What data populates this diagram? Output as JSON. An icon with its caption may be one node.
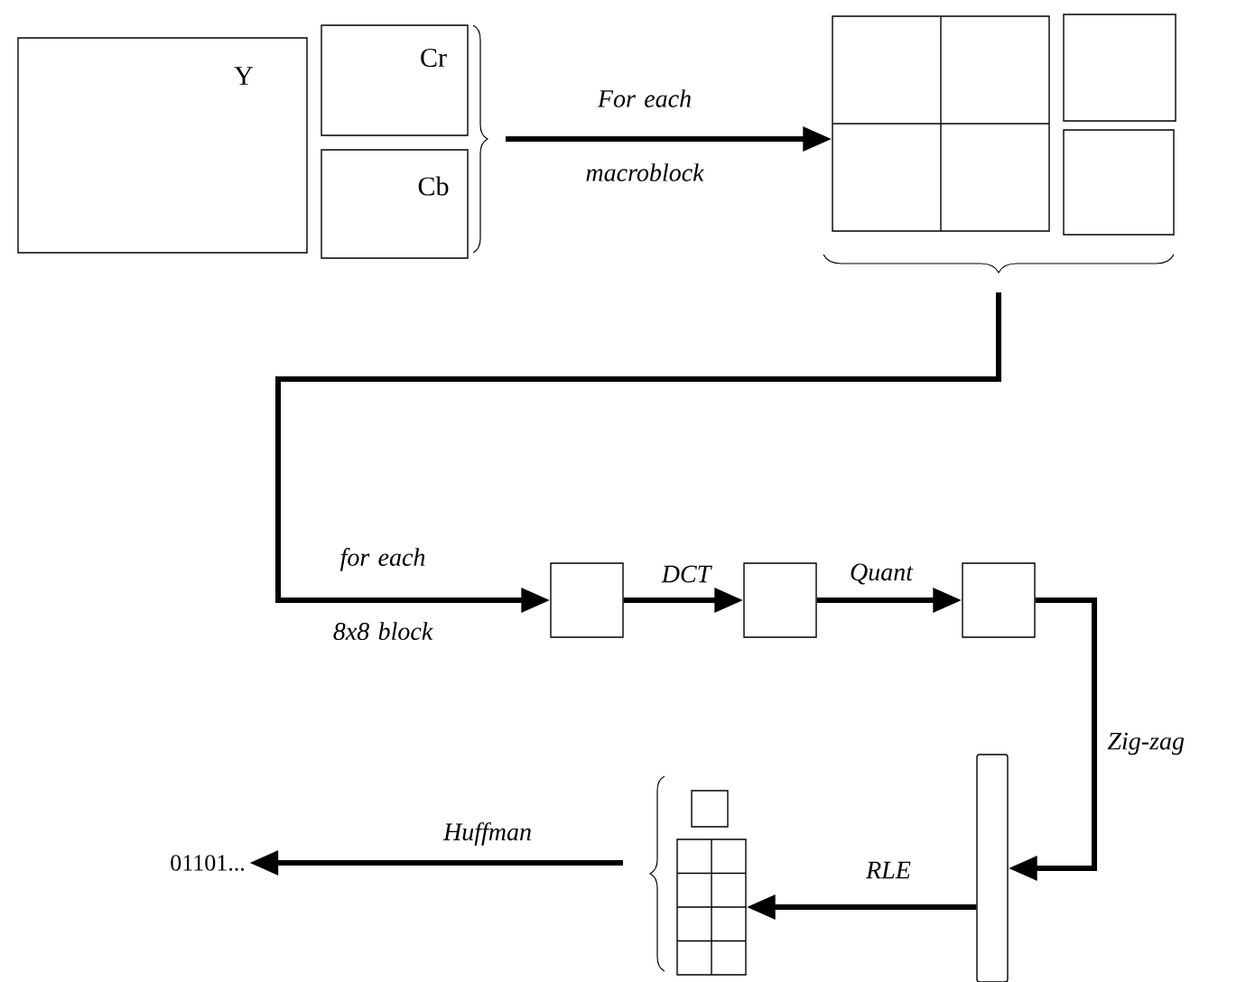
{
  "diagram": {
    "nodes": [
      {
        "text": [
          "Y"
        ]
      },
      {
        "text": [
          "Cr"
        ]
      },
      {
        "text": [
          "Cb"
        ]
      },
      {
        "text": [],
        "shape": "box"
      },
      {
        "text": [],
        "shape": "box"
      },
      {
        "text": [],
        "shape": "box"
      },
      {
        "text": [],
        "shape": "box"
      },
      {
        "text": [],
        "shape": "box"
      },
      {
        "text": [],
        "shape": "box"
      },
      {
        "text": [],
        "shape": "bar"
      },
      {
        "text": [],
        "shape": "box"
      },
      {
        "text": [],
        "shape": "box"
      },
      {
        "text": [
          "01101..."
        ]
      }
    ],
    "edges": [
      {
        "from": null,
        "to": 3,
        "arrow": "to",
        "label": "For each macroblock"
      },
      {
        "from": null,
        "to": 6,
        "arrow": "to",
        "label": "for each 8x8 block"
      },
      {
        "from": 6,
        "to": 7,
        "arrow": "to",
        "label": "DCT"
      },
      {
        "from": 7,
        "to": 8,
        "arrow": "to",
        "label": "Quant"
      },
      {
        "from": 8,
        "to": 9,
        "arrow": "to",
        "label": "Zig-zag"
      },
      {
        "from": 9,
        "to": 11,
        "arrow": "to",
        "label": "RLE"
      },
      {
        "from": null,
        "to": 12,
        "arrow": "to",
        "label": "Huffman"
      }
    ]
  }
}
